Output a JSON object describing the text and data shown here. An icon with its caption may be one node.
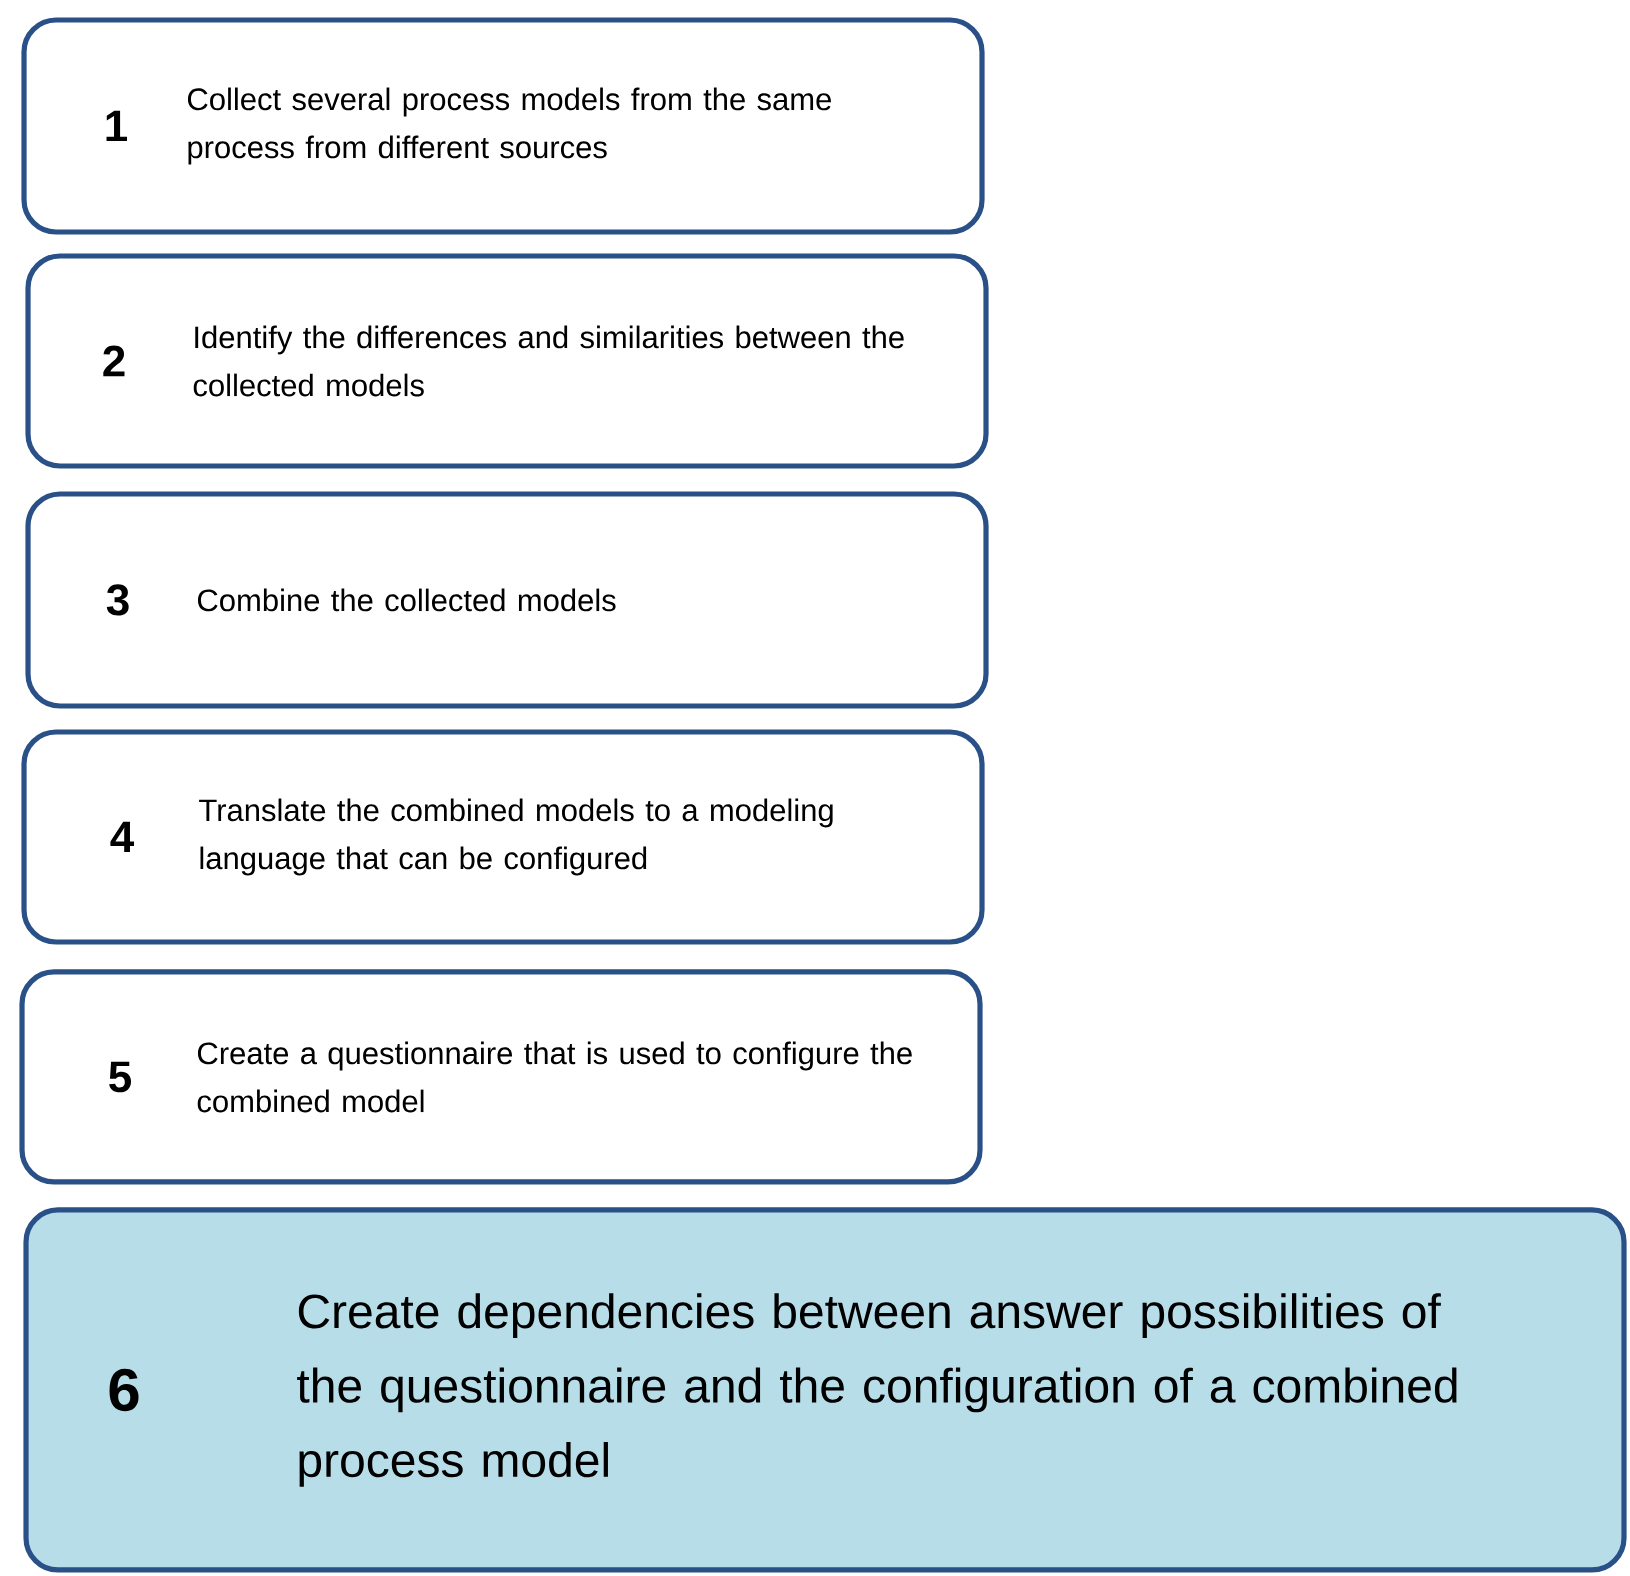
{
  "diagram": {
    "nodes": [
      {
        "text": [
          "1",
          "Collect several process models from the same process from different sources"
        ]
      },
      {
        "text": [
          "2",
          "Identify the differences and similarities between the collected models"
        ]
      },
      {
        "text": [
          "3",
          "Combine the collected models"
        ]
      },
      {
        "text": [
          "4",
          "Translate the combined models to a modeling language that can be configured"
        ]
      },
      {
        "text": [
          "5",
          "Create a questionnaire that is used to configure the combined model"
        ]
      },
      {
        "text": [
          "6",
          "Create dependencies between answer possibilities of the questionnaire and the configuration of a combined process model"
        ]
      }
    ]
  }
}
